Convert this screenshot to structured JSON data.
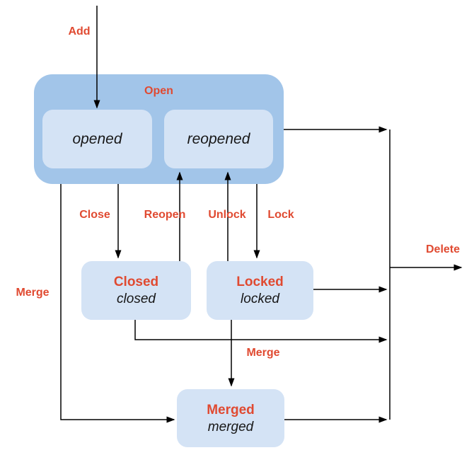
{
  "states": {
    "open": {
      "label": "Open"
    },
    "opened": {
      "label": "opened"
    },
    "reopened": {
      "label": "reopened"
    },
    "closed": {
      "label": "Closed",
      "sublabel": "closed"
    },
    "locked": {
      "label": "Locked",
      "sublabel": "locked"
    },
    "merged": {
      "label": "Merged",
      "sublabel": "merged"
    }
  },
  "transitions": {
    "add": {
      "label": "Add"
    },
    "close": {
      "label": "Close"
    },
    "reopen": {
      "label": "Reopen"
    },
    "unlock": {
      "label": "Unlock"
    },
    "lock": {
      "label": "Lock"
    },
    "merge_from_open": {
      "label": "Merge"
    },
    "merge_from_locked": {
      "label": "Merge"
    },
    "delete": {
      "label": "Delete"
    }
  },
  "colors": {
    "group_fill": "#a2c5e9",
    "state_fill": "#d4e3f5",
    "label_red": "#e04a31",
    "line": "#000000",
    "text_dark": "#171717"
  }
}
